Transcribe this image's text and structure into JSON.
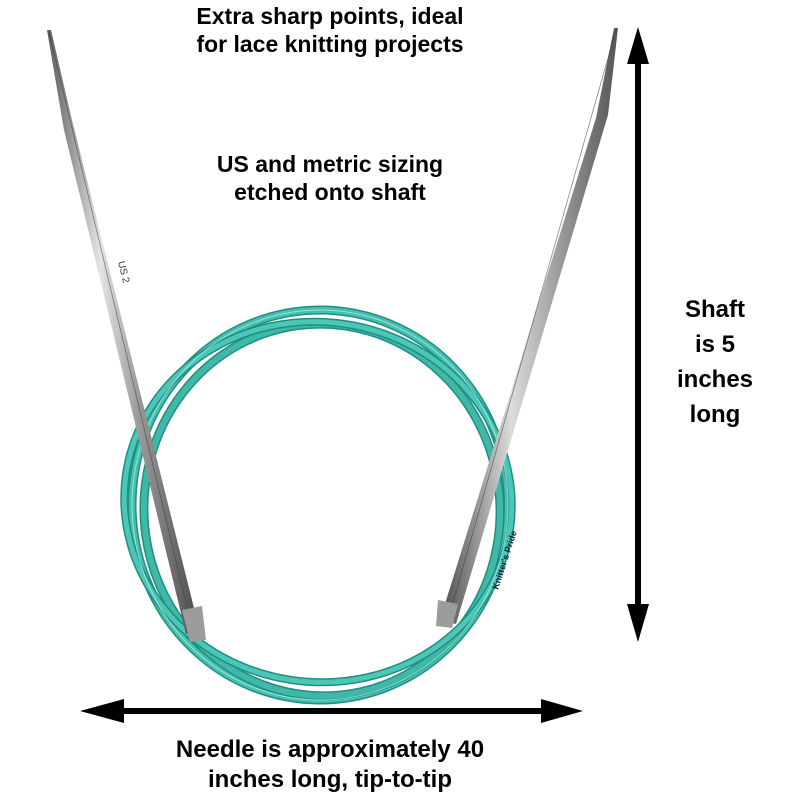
{
  "image": {
    "subject": "circular knitting needle with stainless steel tips and turquoise cable",
    "colors": {
      "background": "#ffffff",
      "cable": "#3fb8a8",
      "cable_dark": "#1f8f80",
      "steel_light": "#d8d8d8",
      "steel_dark": "#6e6e6e",
      "annotation": "#000000"
    }
  },
  "captions": {
    "top_line1": "Extra sharp points, ideal",
    "top_line2": "for lace knitting projects",
    "middle_line1": "US and metric sizing",
    "middle_line2": "etched onto shaft",
    "right_line1": "Shaft",
    "right_line2": "is 5",
    "right_line3": "inches",
    "right_line4": "long",
    "bottom_line1": "Needle is approximately 40",
    "bottom_line2": "inches long, tip-to-tip"
  },
  "etchings": {
    "left_needle": "US 2",
    "cable": "Knitter's Pride"
  },
  "dimensions": {
    "vertical_arrow": {
      "label": "Shaft is 5 inches long"
    },
    "horizontal_arrow": {
      "label": "Needle is approximately 40 inches long, tip-to-tip"
    }
  }
}
